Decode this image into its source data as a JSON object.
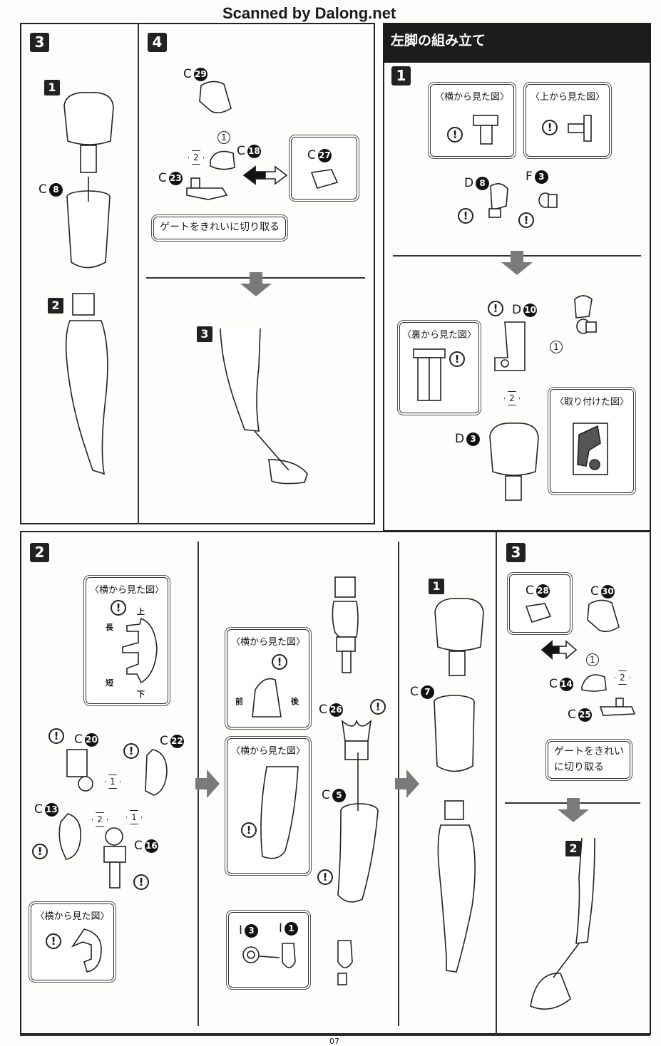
{
  "watermark": "Scanned by Dalong.net",
  "page_number": "07",
  "top_left": {
    "step3": {
      "step": "3",
      "sub1": "1",
      "sub2": "2",
      "c8": {
        "letter": "C",
        "num": "8"
      }
    },
    "step4": {
      "step": "4",
      "sub3": "3",
      "c29": {
        "letter": "C",
        "num": "29"
      },
      "c18": {
        "letter": "C",
        "num": "18"
      },
      "c23": {
        "letter": "C",
        "num": "23"
      },
      "c27": {
        "letter": "C",
        "num": "27"
      },
      "order1": "1",
      "order2": "2",
      "gate_note": "ゲートをきれいに切り取る"
    }
  },
  "left_leg": {
    "header": "左脚の組み立て",
    "step1": {
      "step": "1",
      "side_view": "〈横から見た図〉",
      "top_view": "〈上から見た図〉",
      "d8": {
        "letter": "D",
        "num": "8"
      },
      "f3": {
        "letter": "F",
        "num": "3"
      },
      "d10": {
        "letter": "D",
        "num": "10"
      },
      "d3": {
        "letter": "D",
        "num": "3"
      },
      "back_view": "〈裏から見た図〉",
      "attached_view": "〈取り付けた図〉",
      "order1": "1",
      "order2": "2"
    }
  },
  "bottom": {
    "step2": {
      "step": "2",
      "side_view": "〈横から見た図〉",
      "top": "上",
      "long": "長",
      "short": "短",
      "bottom": "下",
      "c20": {
        "letter": "C",
        "num": "20"
      },
      "c22": {
        "letter": "C",
        "num": "22"
      },
      "c13": {
        "letter": "C",
        "num": "13"
      },
      "c16": {
        "letter": "C",
        "num": "16"
      },
      "side_view2": "〈横から見た図〉",
      "order1a": "1",
      "order1b": "1",
      "order2": "2"
    },
    "middle": {
      "side_view": "〈横から見た図〉",
      "front": "前",
      "back": "後",
      "c26": {
        "letter": "C",
        "num": "26"
      },
      "side_view2": "〈横から見た図〉",
      "c5": {
        "letter": "C",
        "num": "5"
      },
      "i3": {
        "letter": "I",
        "num": "3"
      },
      "i1": {
        "letter": "I",
        "num": "1"
      }
    },
    "col3": {
      "sub1": "1",
      "c7": {
        "letter": "C",
        "num": "7"
      }
    },
    "step3": {
      "step": "3",
      "sub2": "2",
      "c28": {
        "letter": "C",
        "num": "28"
      },
      "c30": {
        "letter": "C",
        "num": "30"
      },
      "c14": {
        "letter": "C",
        "num": "14"
      },
      "c25": {
        "letter": "C",
        "num": "25"
      },
      "order1": "1",
      "order2": "2",
      "gate_note_line1": "ゲートをきれい",
      "gate_note_line2": "に切り取る"
    }
  }
}
